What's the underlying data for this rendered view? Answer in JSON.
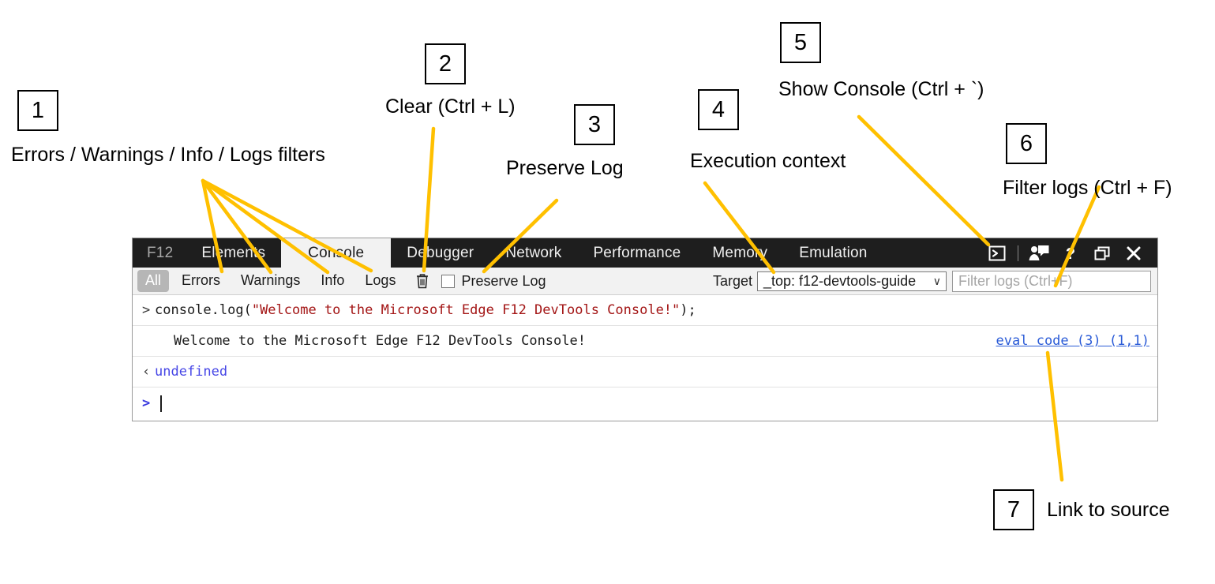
{
  "devtools": {
    "tabs": [
      {
        "label": "F12",
        "active": false,
        "brand": true
      },
      {
        "label": "Elements",
        "active": false
      },
      {
        "label": "Console",
        "active": true
      },
      {
        "label": "Debugger",
        "active": false
      },
      {
        "label": "Network",
        "active": false
      },
      {
        "label": "Performance",
        "active": false
      },
      {
        "label": "Memory",
        "active": false
      },
      {
        "label": "Emulation",
        "active": false
      }
    ],
    "tab_icons": [
      {
        "name": "show-console-icon",
        "title": "Show Console (Ctrl + `)"
      },
      {
        "name": "feedback-icon",
        "title": "Send feedback"
      },
      {
        "name": "help-icon",
        "title": "Help"
      },
      {
        "name": "dock-icon",
        "title": "Dock / undock"
      },
      {
        "name": "close-icon",
        "title": "Close"
      }
    ],
    "toolbar": {
      "filters": [
        {
          "label": "All",
          "selected": true
        },
        {
          "label": "Errors",
          "selected": false
        },
        {
          "label": "Warnings",
          "selected": false
        },
        {
          "label": "Info",
          "selected": false
        },
        {
          "label": "Logs",
          "selected": false
        }
      ],
      "clear_icon": "trash-icon",
      "preserve_log_label": "Preserve Log",
      "preserve_log_checked": false,
      "target_label": "Target",
      "target_value": "_top: f12-devtools-guide",
      "target_caret": "∨",
      "filter_placeholder": "Filter logs (Ctrl+F)"
    },
    "console_rows": [
      {
        "gutter": ">",
        "type": "input",
        "code_prefix": "console.log(",
        "code_string": "\"Welcome to the Microsoft Edge F12 DevTools Console!\"",
        "code_suffix": ");",
        "source_link": ""
      },
      {
        "gutter": "",
        "type": "output",
        "text": "Welcome to the Microsoft Edge F12 DevTools Console!",
        "source_link": "eval code (3) (1,1)"
      },
      {
        "gutter": "‹",
        "type": "result",
        "value": "undefined",
        "source_link": ""
      },
      {
        "gutter": ">",
        "type": "prompt",
        "value": "",
        "source_link": ""
      }
    ]
  },
  "annotations": {
    "accent_color": "#FFC000",
    "items": [
      {
        "number": "1",
        "text": "Errors / Warnings / Info / Logs filters"
      },
      {
        "number": "2",
        "text": "Clear (Ctrl + L)"
      },
      {
        "number": "3",
        "text": "Preserve Log"
      },
      {
        "number": "4",
        "text": "Execution context"
      },
      {
        "number": "5",
        "text": "Show Console (Ctrl + `)"
      },
      {
        "number": "6",
        "text": "Filter logs (Ctrl + F)"
      },
      {
        "number": "7",
        "text": "Link to source"
      }
    ]
  }
}
